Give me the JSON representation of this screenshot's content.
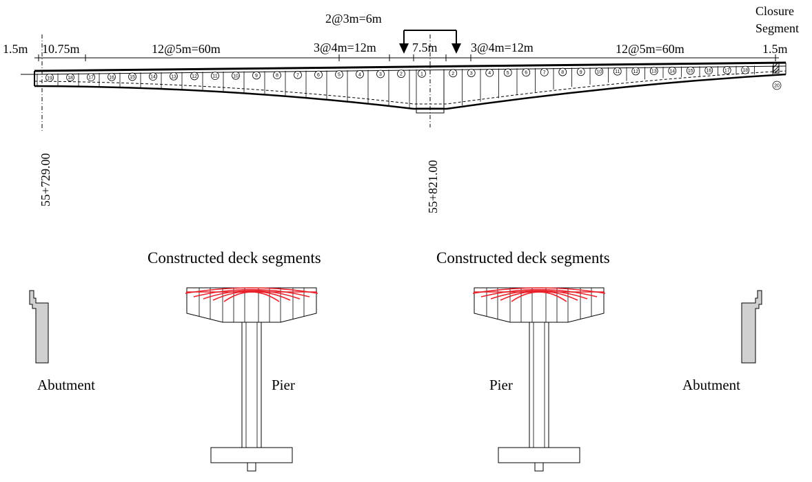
{
  "dimensions": {
    "left_edge": "1.5m",
    "left_short": "10.75m",
    "left_long": "12@5m=60m",
    "left_mid": "3@4m=12m",
    "center": "7.5m",
    "right_mid": "3@4m=12m",
    "right_long": "12@5m=60m",
    "right_edge": "1.5m",
    "top_load": "2@3m=6m"
  },
  "closure": {
    "line1": "Closure",
    "line2": "Segment"
  },
  "chainages": {
    "left": "55+729.00",
    "center": "55+821.00"
  },
  "segments": {
    "left": [
      "19",
      "18",
      "17",
      "16",
      "15",
      "14",
      "13",
      "12",
      "11",
      "10",
      "9",
      "8",
      "7",
      "6",
      "5",
      "4",
      "3",
      "2"
    ],
    "center": "1",
    "right": [
      "2",
      "3",
      "4",
      "5",
      "6",
      "7",
      "8",
      "9",
      "10",
      "11",
      "12",
      "13",
      "14",
      "15",
      "16",
      "17",
      "18"
    ],
    "closure": "20"
  },
  "captions": {
    "left": "Constructed deck segments",
    "right": "Constructed deck segments"
  },
  "labels": {
    "abutment_left": "Abutment",
    "pier_left": "Pier",
    "pier_right": "Pier",
    "abutment_right": "Abutment"
  },
  "colors": {
    "line": "#000000",
    "tendon": "#e8202a",
    "abutment_fill": "#d0d0d0"
  }
}
